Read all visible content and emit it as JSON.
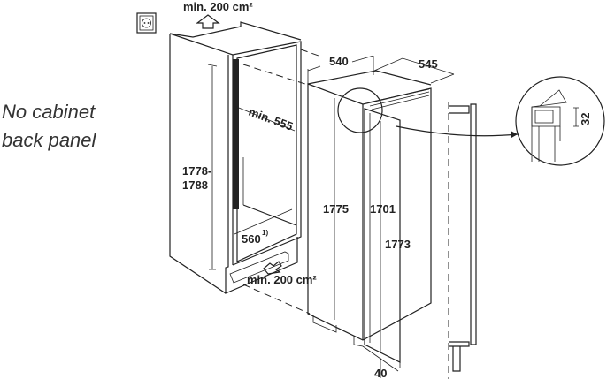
{
  "note": {
    "line1": "No cabinet",
    "line2": "back panel"
  },
  "labels": {
    "vent_top": "min. 200 cm²",
    "vent_bottom": "min. 200 cm²",
    "depth_min": "min. 555",
    "height_niche_1": "1778-",
    "height_niche_2": "1788",
    "width_niche": "560",
    "width_niche_footnote": "1)",
    "width_appliance": "540",
    "depth_appliance": "545",
    "height_appliance": "1775",
    "height_door_inner": "1701",
    "height_door": "1773",
    "door_offset": "40",
    "detail_gap": "32"
  },
  "icons": {
    "socket": "power-socket-icon"
  }
}
